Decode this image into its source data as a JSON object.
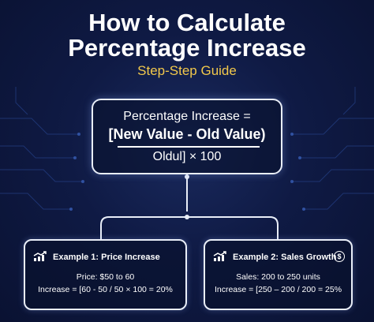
{
  "header": {
    "title_line1": "How to Calculate",
    "title_line2": "Percentage Increase",
    "subtitle": "Step-Step Guide"
  },
  "formula": {
    "line1": "Percentage Increase =",
    "numerator": "[New Value - Old Value)",
    "denominator": "Oldul] × 100"
  },
  "examples": [
    {
      "title": "Example 1: Price Increase",
      "line1": "Price: $50 to 60",
      "line2": "Increase = [60 - 50 / 50 × 100 = 20%",
      "icon": "chart-up-icon"
    },
    {
      "title": "Example 2: Sales Growth",
      "line1": "Sales: 200 to 250 units",
      "line2": "Increase = [250 – 200 / 200 = 25%",
      "icon": "chart-up-icon",
      "badge_icon": "dollar-icon",
      "badge_symbol": "$"
    }
  ],
  "colors": {
    "background": "#0f1a44",
    "accent": "#f2c84b",
    "border": "#e9eef8",
    "text": "#ffffff"
  }
}
